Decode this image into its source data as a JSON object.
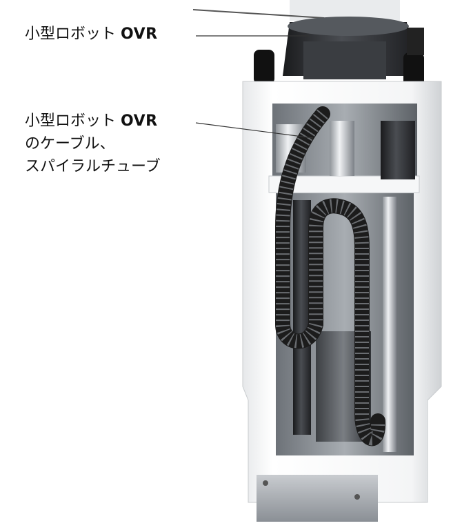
{
  "callouts": [
    {
      "text_prefix": "小型ロボット ",
      "text_bold": "OVR"
    },
    {
      "line1_prefix": "小型ロボット ",
      "line1_bold": "OVR",
      "line2": "のケーブル、",
      "line3": "スパイラルチューブ"
    }
  ],
  "colors": {
    "housing": "#f2f2f2",
    "housing_shadow": "#d0d2d4",
    "dark_metal": "#2a2c2e",
    "cable": "#1c1c1c",
    "steel": "#b8bcc0",
    "leader": "#333333"
  }
}
